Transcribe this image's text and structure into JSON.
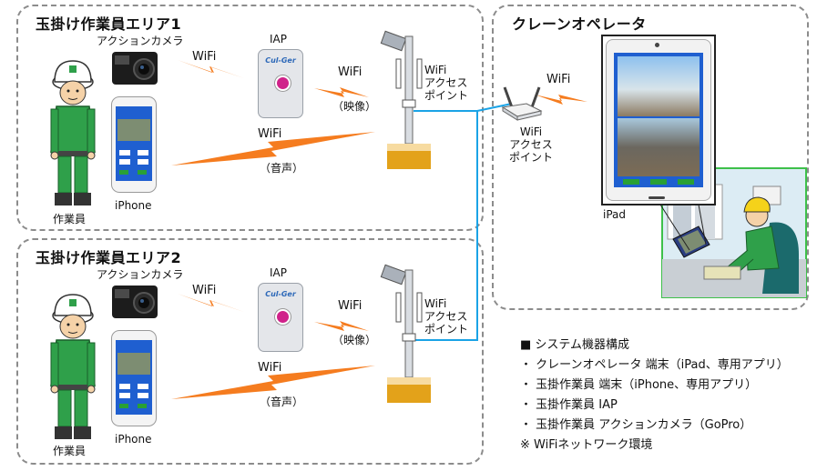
{
  "areas": {
    "area1_title": "玉掛け作業員エリア1",
    "area2_title": "玉掛け作業員エリア2",
    "crane_title": "クレーンオペレータ"
  },
  "labels": {
    "action_camera": "アクションカメラ",
    "iap": "IAP",
    "wifi": "WiFi",
    "video": "（映像）",
    "audio": "（音声）",
    "ap_line1": "WiFi",
    "ap_line2": "アクセス",
    "ap_line3": "ポイント",
    "worker": "作業員",
    "iphone": "iPhone",
    "ipad": "iPad"
  },
  "legend": {
    "heading": "■ システム機器構成",
    "items": [
      "・ クレーンオペレータ 端末（iPad、専用アプリ）",
      "・ 玉掛作業員 端末（iPhone、専用アプリ）",
      "・ 玉掛作業員 IAP",
      "・ 玉掛作業員 アクションカメラ（GoPro）"
    ],
    "note": "※ WiFiネットワーク環境"
  },
  "device": {
    "iap_logo": "Cul-Ger"
  },
  "colors": {
    "wifi_bolt": "#f57c1f",
    "link_line": "#1aa3e6",
    "worker_suit": "#2fa04a",
    "base_gold": "#e3a21a"
  }
}
